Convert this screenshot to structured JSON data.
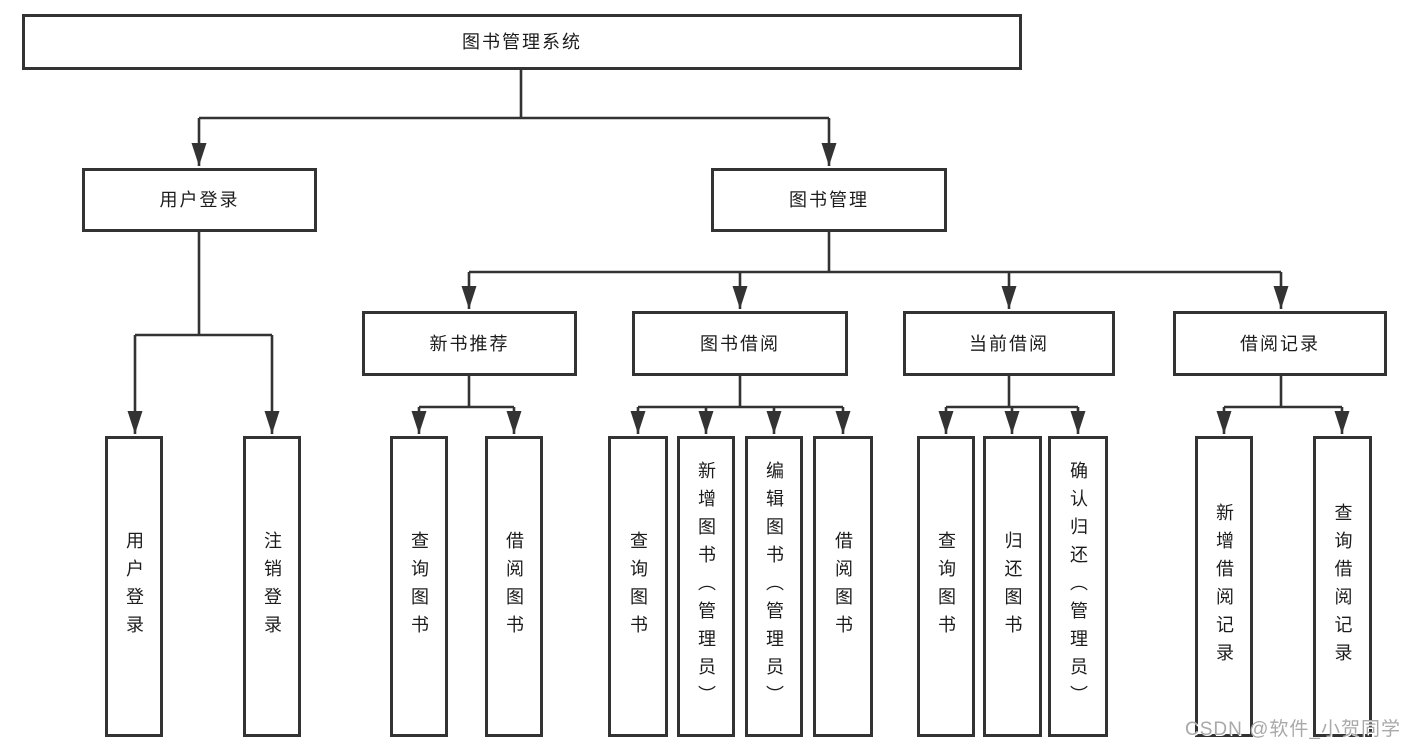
{
  "diagram_type": "hierarchy-tree",
  "colors": {
    "line": "#333333",
    "text": "#1c1c1c",
    "background": "#ffffff",
    "watermark": "#a9a9a9"
  },
  "watermark": "CSDN @软件_小贺同学",
  "tree": {
    "label": "图书管理系统",
    "children": [
      {
        "label": "用户登录",
        "children": [
          {
            "label": "用户登录"
          },
          {
            "label": "注销登录"
          }
        ]
      },
      {
        "label": "图书管理",
        "children": [
          {
            "label": "新书推荐",
            "children": [
              {
                "label": "查询图书"
              },
              {
                "label": "借阅图书"
              }
            ]
          },
          {
            "label": "图书借阅",
            "children": [
              {
                "label": "查询图书"
              },
              {
                "label": "新增图书（管理员）"
              },
              {
                "label": "编辑图书（管理员）"
              },
              {
                "label": "借阅图书"
              }
            ]
          },
          {
            "label": "当前借阅",
            "children": [
              {
                "label": "查询图书"
              },
              {
                "label": "归还图书"
              },
              {
                "label": "确认归还（管理员）"
              }
            ]
          },
          {
            "label": "借阅记录",
            "children": [
              {
                "label": "新增借阅记录"
              },
              {
                "label": "查询借阅记录"
              }
            ]
          }
        ]
      }
    ]
  }
}
